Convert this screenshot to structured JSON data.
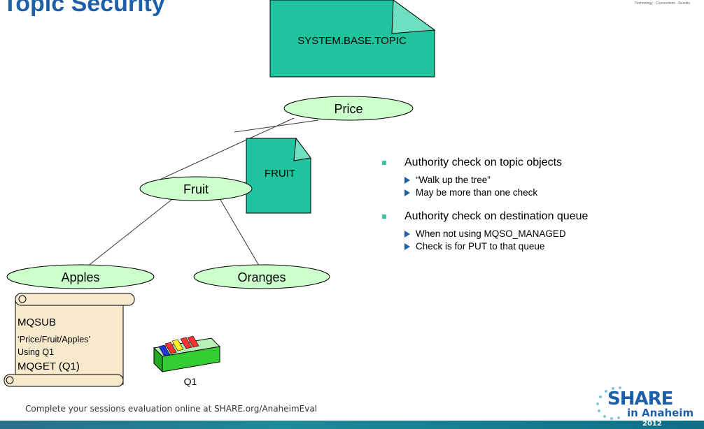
{
  "slide": {
    "title": "Topic Security",
    "tagline": "Technology · Connections · Results"
  },
  "diagram": {
    "base_topic_object": "SYSTEM.BASE.TOPIC",
    "topic_object": "FRUIT",
    "nodes": {
      "price": "Price",
      "fruit": "Fruit",
      "apples": "Apples",
      "oranges": "Oranges"
    },
    "scroll_lines": [
      "MQSUB",
      "‘Price/Fruit/Apples’",
      "Using Q1",
      "MQGET (Q1)"
    ],
    "queue_label": "Q1",
    "colors": {
      "node_fill": "#ccffcc",
      "object_fill": "#1fc49f",
      "scroll_fill": "#f7e9cc",
      "queue_fill": "#33cc33"
    }
  },
  "bullets": [
    {
      "text": "Authority check on topic objects",
      "subs": [
        "“Walk up the tree”",
        "May be more than one check"
      ]
    },
    {
      "text": "Authority check on destination queue",
      "subs": [
        "When not using MQSO_MANAGED",
        "Check is for PUT to that queue"
      ]
    }
  ],
  "footer": {
    "text": "Complete your sessions evaluation online at SHARE.org/AnaheimEval"
  },
  "logo": {
    "name": "SHARE",
    "city": "in Anaheim",
    "year": "2012"
  }
}
